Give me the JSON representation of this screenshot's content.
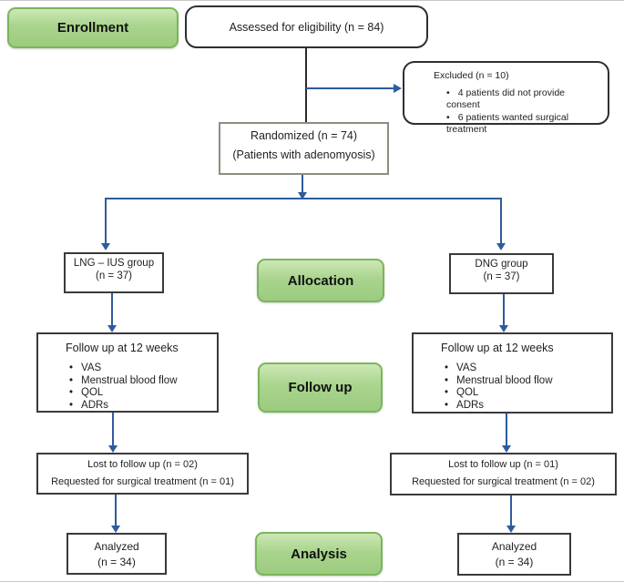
{
  "stages": {
    "enrollment": "Enrollment",
    "allocation": "Allocation",
    "follow_up": "Follow up",
    "analysis": "Analysis"
  },
  "boxes": {
    "assessed": {
      "text": "Assessed for eligibility (n = 84)"
    },
    "excluded": {
      "title": "Excluded (n = 10)",
      "bullets": [
        "4 patients did not provide consent",
        "6 patients wanted surgical treatment"
      ]
    },
    "randomized": {
      "line1": "Randomized (n = 74)",
      "line2": "(Patients with adenomyosis)"
    },
    "lng_group": {
      "line1": "LNG – IUS group",
      "line2": "(n = 37)"
    },
    "dng_group": {
      "line1": "DNG group",
      "line2": "(n = 37)"
    },
    "followup_left": {
      "title": "Follow up at 12 weeks",
      "bullets": [
        "VAS",
        "Menstrual blood flow",
        "QOL",
        "ADRs"
      ]
    },
    "followup_right": {
      "title": "Follow up at 12 weeks",
      "bullets": [
        "VAS",
        "Menstrual blood flow",
        "QOL",
        "ADRs"
      ]
    },
    "lost_left": {
      "line1": "Lost to follow up (n = 02)",
      "line2": "Requested for surgical treatment (n = 01)"
    },
    "lost_right": {
      "line1": "Lost to follow up (n = 01)",
      "line2": "Requested for surgical treatment (n = 02)"
    },
    "analyzed_left": {
      "line1": "Analyzed",
      "line2": "(n = 34)"
    },
    "analyzed_right": {
      "line1": "Analyzed",
      "line2": "(n = 34)"
    }
  },
  "colors": {
    "stage_green_fill": "#a9d48d",
    "stage_green_border": "#7ab55c",
    "arrow_blue": "#2e5b9e",
    "box_border_dark": "#3a3a3a",
    "connector_black": "#2b2b2b"
  }
}
